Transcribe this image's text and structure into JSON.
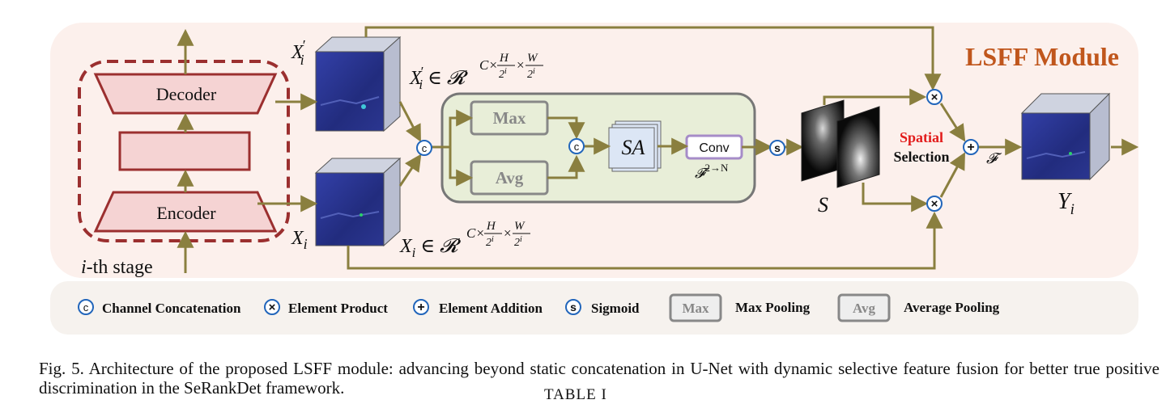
{
  "module_title": "LSFF Module",
  "stage": {
    "decoder_label": "Decoder",
    "encoder_label": "Encoder",
    "stage_label": "i-th stage"
  },
  "features": {
    "x_prime_label": "X′i",
    "x_label": "Xi",
    "x_prime_formula": "X′i ∈ 𝓡^(C×H/2^i×W/2^i)",
    "x_formula": "Xi ∈ 𝓡^(C×H/2^i×W/2^i)"
  },
  "attention": {
    "max_label": "Max",
    "avg_label": "Avg",
    "sa_label": "SA",
    "conv_label": "Conv",
    "f2n_label": "𝓕²→ᴺ"
  },
  "selection": {
    "s_label": "S",
    "spatial_label": "Spatial",
    "selection_label": "Selection",
    "f_label": "𝓕",
    "y_label": "Yi"
  },
  "symbols": {
    "concat": "c",
    "product": "×",
    "addition": "+",
    "sigmoid": "s"
  },
  "legend": [
    {
      "symbol": "c",
      "label": "Channel Concatenation"
    },
    {
      "symbol": "×",
      "label": "Element Product"
    },
    {
      "symbol": "+",
      "label": "Element Addition"
    },
    {
      "symbol": "s",
      "label": "Sigmoid"
    },
    {
      "symbol": "Max",
      "label": "Max Pooling"
    },
    {
      "symbol": "Avg",
      "label": "Average Pooling"
    }
  ],
  "caption": "Fig. 5.  Architecture of the proposed LSFF module: advancing beyond static concatenation in U-Net with dynamic selective feature fusion for better true positive discrimination in the SeRankDet framework.",
  "table_heading": "TABLE I",
  "colors": {
    "arrow": "#8a7f3f",
    "stage_border": "#9b2f2f",
    "stage_fill": "#f5d3d3",
    "module_title": "#c0561c",
    "spatial": "#e21b1b",
    "operator": "#2266bb",
    "cube_front": "#2a3590",
    "cube_side": "#c3c8d8",
    "attention_fill": "#e8eed8",
    "sa_fill": "#dce6f5",
    "conv_border": "#a68cc8"
  }
}
